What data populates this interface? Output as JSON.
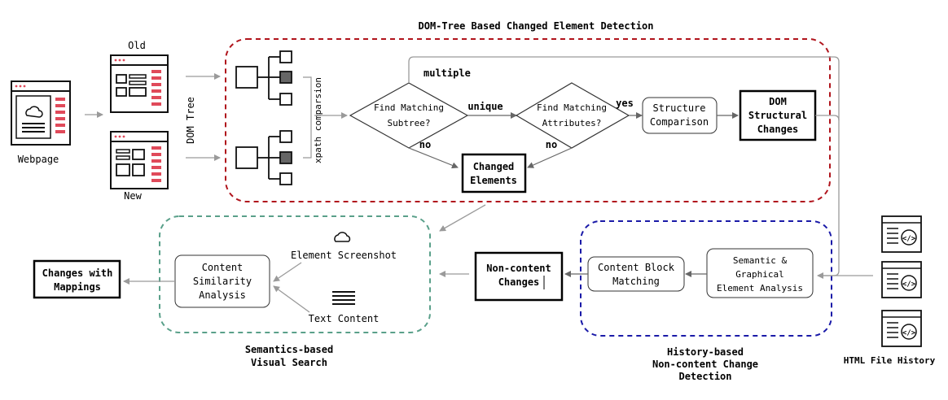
{
  "title": "DOM-Tree Based Changed Element Detection",
  "labels": {
    "old": "Old",
    "new": "New",
    "webpage": "Webpage",
    "dom_tree": "DOM Tree",
    "xpath": "xpath comparsion",
    "multiple": "multiple",
    "unique": "unique",
    "yes": "yes",
    "no_left": "no",
    "no_right": "no"
  },
  "nodes": {
    "find_subtree": [
      "Find Matching",
      "Subtree?"
    ],
    "find_attrs": [
      "Find Matching",
      "Attributes?"
    ],
    "structure": [
      "Structure",
      "Comparison"
    ],
    "dom_changes": [
      "DOM",
      "Structural",
      "Changes"
    ],
    "changed_elements": [
      "Changed",
      "Elements"
    ],
    "semantic": [
      "Semantic &",
      "Graphical",
      "Element Analysis"
    ],
    "content_block": [
      "Content Block",
      "Matching"
    ],
    "noncontent": [
      "Non-content",
      "Changes"
    ],
    "similarity": [
      "Content",
      "Similarity",
      "Analysis"
    ],
    "element_screenshot": "Element Screenshot",
    "text_content": "Text Content",
    "changes_mappings": [
      "Changes with",
      "Mappings"
    ]
  },
  "sections": {
    "semantics": [
      "Semantics-based",
      "Visual Search"
    ],
    "history": [
      "History-based",
      "Non-content Change",
      "Detection"
    ],
    "html_history": "HTML File History"
  },
  "colors": {
    "red_dash": "#b0141c",
    "green_dash": "#5aa08a",
    "blue_dash": "#1a1aa8",
    "accent_pink": "#e04a5a",
    "node_dark": "#666666"
  }
}
